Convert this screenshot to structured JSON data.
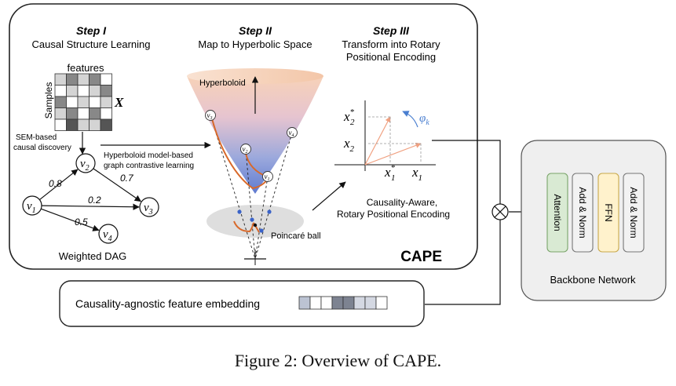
{
  "cape": {
    "label": "CAPE",
    "step1": {
      "title": "Step I",
      "subtitle": "Causal Structure Learning",
      "features_label": "features",
      "samples_label": "Samples",
      "matrix_symbol": "X",
      "arrow_label_line1": "SEM-based",
      "arrow_label_line2": "causal discovery",
      "dag_caption": "Weighted DAG"
    },
    "step2": {
      "title": "Step II",
      "subtitle": "Map to Hyperbolic Space",
      "hyperboloid_label": "Hyperboloid",
      "poincare_label": "Poincaré ball",
      "arrow_label_line1": "Hyperboloid model-based",
      "arrow_label_line2": "graph contrastive learning"
    },
    "step3": {
      "title": "Step III",
      "subtitle_line1": "Transform into Rotary",
      "subtitle_line2": "Positional Encoding",
      "arrow_label_line1": "Causality-Aware,",
      "arrow_label_line2": "Rotary Positional Encoding"
    }
  },
  "dag": {
    "nodes": [
      {
        "id": "v1",
        "base": "v",
        "sub": "1"
      },
      {
        "id": "v2",
        "base": "v",
        "sub": "2"
      },
      {
        "id": "v3",
        "base": "v",
        "sub": "3"
      },
      {
        "id": "v4",
        "base": "v",
        "sub": "4"
      }
    ],
    "edges": [
      {
        "from": "v1",
        "to": "v2",
        "weight": "0.8"
      },
      {
        "from": "v2",
        "to": "v3",
        "weight": "0.7"
      },
      {
        "from": "v1",
        "to": "v3",
        "weight": "0.2"
      },
      {
        "from": "v1",
        "to": "v4",
        "weight": "0.5"
      }
    ]
  },
  "feature_matrix": [
    [
      "#d4d4d4",
      "#888888",
      "#d4d4d4",
      "#888888",
      "#ffffff"
    ],
    [
      "#ffffff",
      "#d4d4d4",
      "#ffffff",
      "#d4d4d4",
      "#888888"
    ],
    [
      "#888888",
      "#ffffff",
      "#d4d4d4",
      "#ffffff",
      "#d4d4d4"
    ],
    [
      "#d4d4d4",
      "#888888",
      "#ffffff",
      "#888888",
      "#ffffff"
    ],
    [
      "#ffffff",
      "#555555",
      "#d4d4d4",
      "#d4d4d4",
      "#555555"
    ]
  ],
  "hyperbolic": {
    "points": [
      {
        "base": "v",
        "sub": "3"
      },
      {
        "base": "v",
        "sub": "2"
      },
      {
        "base": "v",
        "sub": "1"
      },
      {
        "base": "v",
        "sub": "4"
      }
    ]
  },
  "rotary": {
    "x2_star": "x",
    "x2_star_sub": "2",
    "x2_star_sup": "*",
    "x2": "x",
    "x2_sub": "2",
    "x1_star": "x",
    "x1_star_sub": "1",
    "x1_star_sup": "*",
    "x1": "x",
    "x1_sub": "1",
    "angle": "φ",
    "angle_sub": "k"
  },
  "embedding": {
    "label": "Causality-agnostic feature embedding",
    "cells": [
      "#bcc3d3",
      "#ffffff",
      "#ffffff",
      "#7d8391",
      "#7d8391",
      "#d4d8e2",
      "#d4d8e2",
      "#ffffff"
    ]
  },
  "backbone": {
    "label": "Backbone Network",
    "blocks": [
      {
        "label": "Attention",
        "fill": "#d9ead3",
        "stroke": "#7aa46a"
      },
      {
        "label": "Add & Norm",
        "fill": "#f2f2f2",
        "stroke": "#777777"
      },
      {
        "label": "FFN",
        "fill": "#fff2cc",
        "stroke": "#c9a94a"
      },
      {
        "label": "Add & Norm",
        "fill": "#f2f2f2",
        "stroke": "#777777"
      }
    ]
  },
  "caption": "Figure 2: Overview of CAPE."
}
